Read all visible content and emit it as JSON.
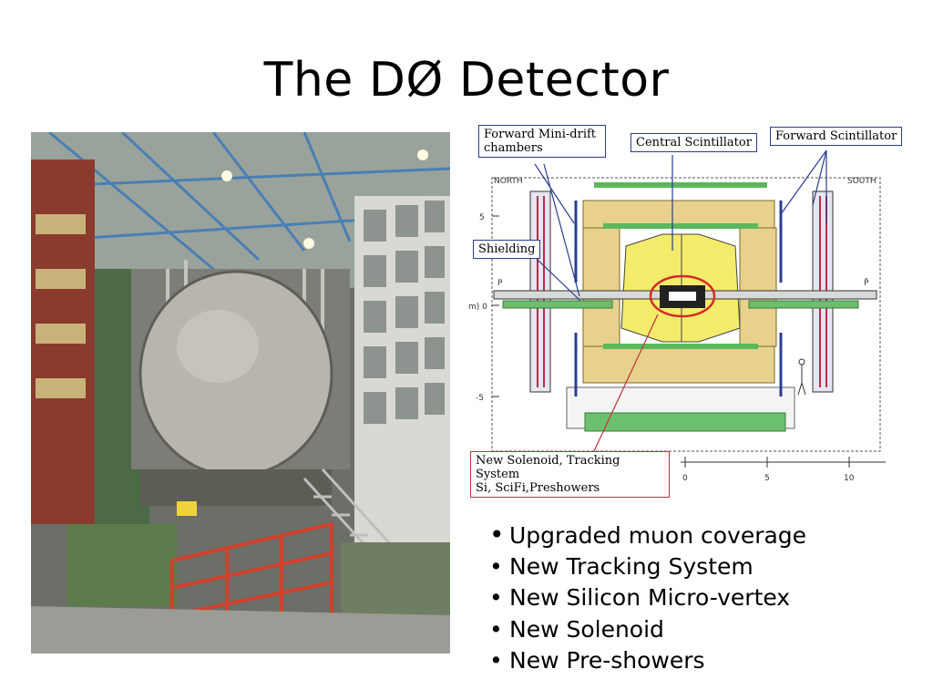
{
  "slide": {
    "title": "The DØ Detector"
  },
  "diagram": {
    "callouts": {
      "forward_mini_drift": "Forward Mini-drift chambers",
      "central_scintillator": "Central Scintillator",
      "forward_scintillator": "Forward Scintillator",
      "shielding": "Shielding",
      "solenoid_line1": "New Solenoid, Tracking System",
      "solenoid_line2": "Si, SciFi,Preshowers"
    },
    "labels": {
      "north": "NORTH",
      "south": "SOUTH",
      "y_axis_ticks": [
        "5",
        "m) 0",
        "-5"
      ],
      "x_axis_ticks": [
        "0",
        "5",
        "10"
      ],
      "beam_left": "P",
      "beam_right": "P̄"
    }
  },
  "bullets": [
    {
      "marker": "•",
      "text": "Upgraded muon coverage"
    },
    {
      "marker": "•",
      "text": "New  Tracking System"
    },
    {
      "marker": "•",
      "text": "New Silicon Micro-vertex"
    },
    {
      "marker": "•",
      "text": "New Solenoid"
    },
    {
      "marker": "•",
      "text": "New Pre-showers"
    }
  ],
  "colors": {
    "callout_border": "#2b3d8f",
    "solenoid_callout_border": "#c0303a",
    "calorimeter_yellow": "#f2ec6a",
    "iron_tan": "#e7d18d",
    "scintillator_green": "#5cb85c",
    "ring_red": "#d22b2b"
  }
}
